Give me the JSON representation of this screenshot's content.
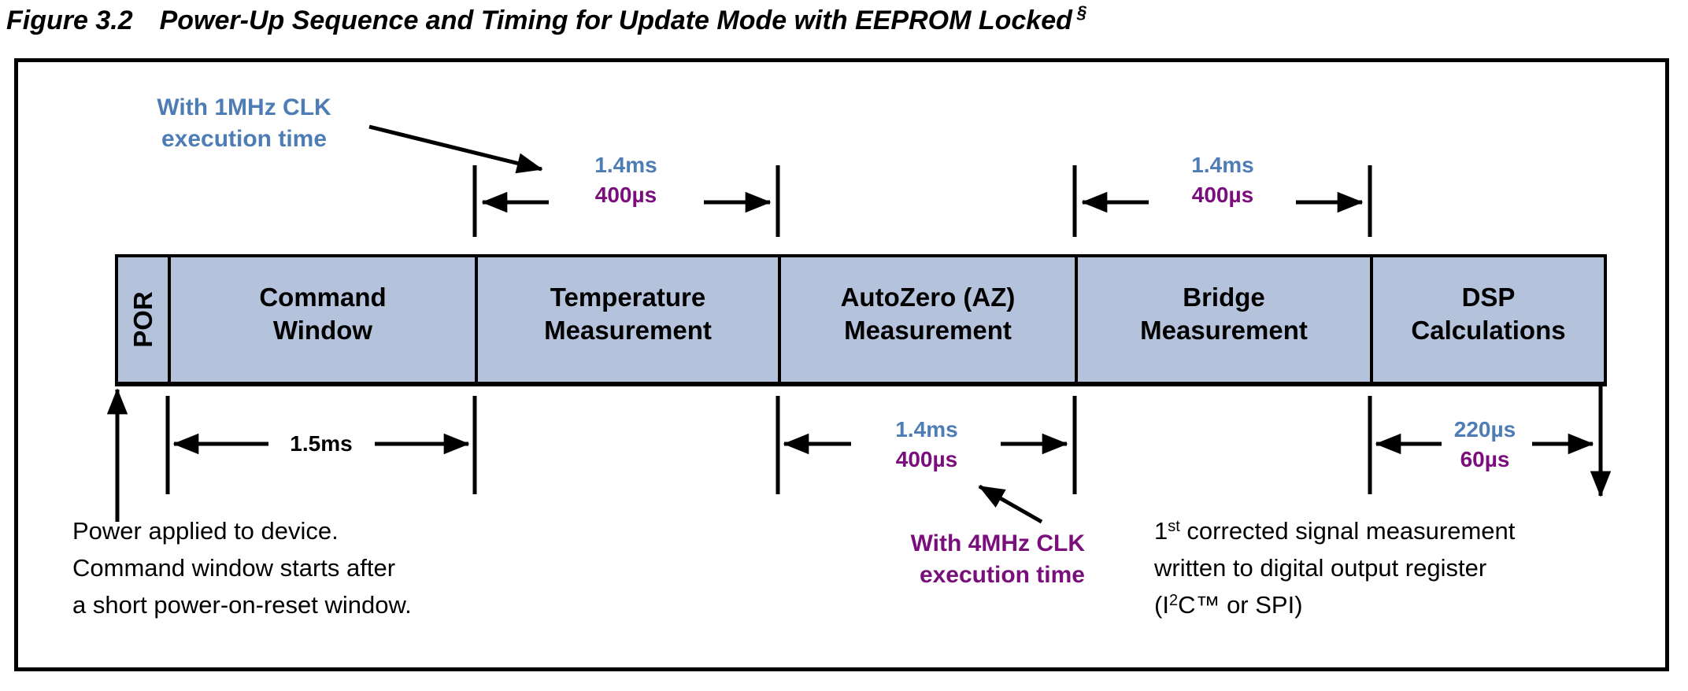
{
  "title": {
    "figure_label": "Figure 3.2",
    "text": "Power-Up Sequence and Timing for Update Mode with EEPROM Locked",
    "footnote_mark": "§"
  },
  "colors": {
    "block_fill": "#b4c2db",
    "timing_1mhz_blue": "#4e7db5",
    "timing_4mhz_purple": "#7a0e7d",
    "line_black": "#000000"
  },
  "clock_notes": {
    "blue": {
      "line1": "With 1MHz CLK",
      "line2": "execution time"
    },
    "purple": {
      "line1": "With 4MHz CLK",
      "line2": "execution time"
    }
  },
  "blocks": [
    {
      "label": "POR"
    },
    {
      "line1": "Command",
      "line2": "Window"
    },
    {
      "line1": "Temperature",
      "line2": "Measurement"
    },
    {
      "line1": "AutoZero (AZ)",
      "line2": "Measurement"
    },
    {
      "line1": "Bridge",
      "line2": "Measurement"
    },
    {
      "line1": "DSP",
      "line2": "Calculations"
    }
  ],
  "timings": {
    "temperature": {
      "at_1mhz": "1.4ms",
      "at_4mhz": "400µs"
    },
    "bridge": {
      "at_1mhz": "1.4ms",
      "at_4mhz": "400µs"
    },
    "command_window": {
      "duration": "1.5ms"
    },
    "autozero": {
      "at_1mhz": "1.4ms",
      "at_4mhz": "400µs"
    },
    "dsp": {
      "at_1mhz": "220µs",
      "at_4mhz": "60µs"
    }
  },
  "notes": {
    "power_on": {
      "line1": "Power applied to device.",
      "line2": "Command window starts after",
      "line3": "a short power-on-reset window."
    },
    "output": {
      "line1_num": "1",
      "line1_sup": "st",
      "line1_rest": " corrected signal measurement",
      "line2": "written to digital output register",
      "line3_pre": "(I",
      "line3_sup": "2",
      "line3_rest": "C™ or SPI)"
    }
  }
}
